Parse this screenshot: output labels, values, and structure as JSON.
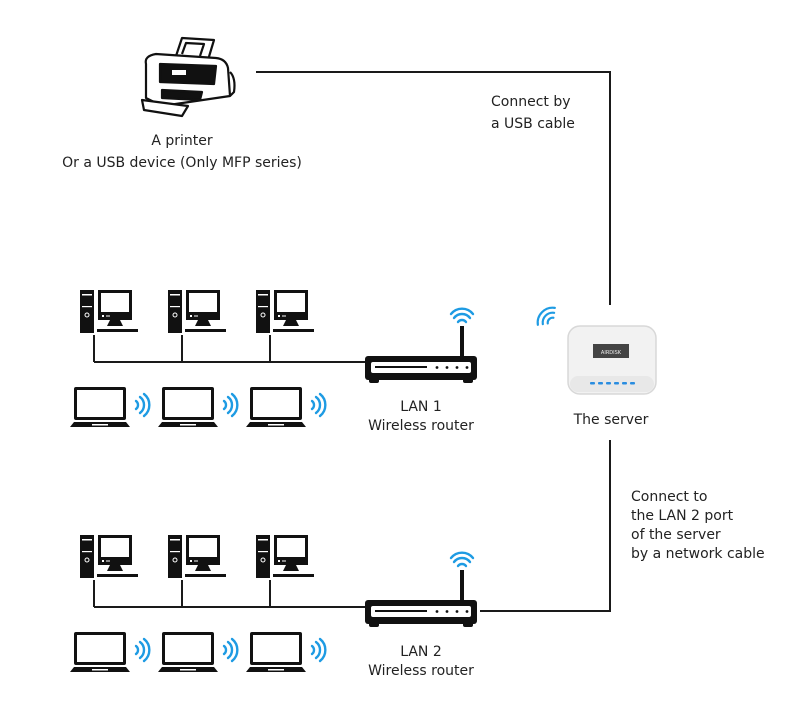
{
  "colors": {
    "line": "#1a1a1a",
    "wifi": "#1e9be3",
    "led": "#2a8de0",
    "server_body": "#f2f2f2"
  },
  "printer": {
    "icon": "printer-icon",
    "label_line1": "A printer",
    "label_line2": "Or a USB device  (Only MFP series)"
  },
  "usb_link": {
    "label_line1": "Connect by",
    "label_line2": "a USB cable"
  },
  "server": {
    "icon": "server-icon",
    "label": "The server",
    "brand": "AIRDISK",
    "leds": 6
  },
  "lan2_link": {
    "label_line1": "Connect to",
    "label_line2": "the LAN 2 port",
    "label_line3": "of the server",
    "label_line4": "by a network cable"
  },
  "networks": [
    {
      "name": "lan1",
      "router_label_line1": "LAN 1",
      "router_label_line2": "Wireless router",
      "desktops": 3,
      "laptops": 3
    },
    {
      "name": "lan2",
      "router_label_line1": "LAN 2",
      "router_label_line2": "Wireless router",
      "desktops": 3,
      "laptops": 3
    }
  ]
}
